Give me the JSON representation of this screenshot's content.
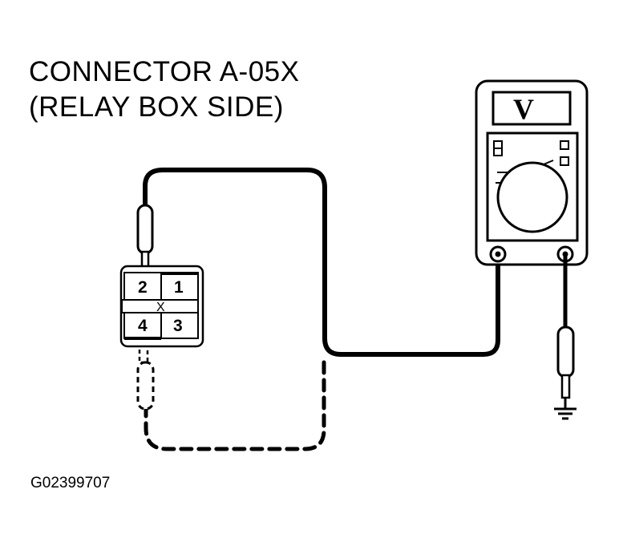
{
  "title": {
    "line1": "CONNECTOR A-05X",
    "line2": "(RELAY BOX SIDE)"
  },
  "connector": {
    "pins": [
      "2",
      "1",
      "4",
      "3"
    ],
    "center_mark": "X"
  },
  "meter": {
    "display": "V"
  },
  "figure_id": "G02399707"
}
